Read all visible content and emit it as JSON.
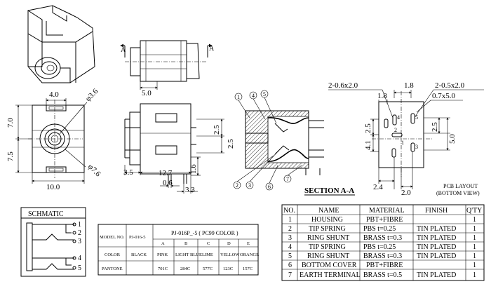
{
  "dimensions": {
    "top_view_width": "5.0",
    "section_mark_a": "A",
    "front_top": "4.0",
    "front_hole": "φ3.6",
    "front_height_upper": "7.0",
    "front_height_lower": "7.5",
    "front_width": "10.0",
    "front_outer": "φ7.6",
    "side_2_5_upper": "2.5",
    "side_2_5_lower": "2.5",
    "side_3_5": "3.5",
    "side_12_7": "12.7",
    "side_0_6": "0.6",
    "side_1_6": "1.6",
    "side_3_3": "3.3",
    "pcb_hole_a": "2-0.6x2.0",
    "pcb_1_8_top": "1.8",
    "pcb_1_8_mid": "1.8",
    "pcb_hole_b": "2-0.5x2.0",
    "pcb_0_7x5": "0.7x5.0",
    "pcb_2_5_left": "2.5",
    "pcb_4_1": "4.1",
    "pcb_2_5_right": "2.5",
    "pcb_5_0": "5.0",
    "pcb_2_4": "2.4",
    "pcb_2_0": "2.0"
  },
  "pcb_pins": [
    "4",
    "5",
    "2",
    "1",
    "3"
  ],
  "section_callouts": [
    "1",
    "4",
    "5",
    "2",
    "3",
    "6",
    "7"
  ],
  "section_title": "SECTION A-A",
  "pcb_title_line1": "PCB LAYOUT",
  "pcb_title_line2": "(BOTTOM VIEW)",
  "schematic": {
    "title": "SCHMATIC",
    "pins": [
      "1",
      "2",
      "3",
      "4",
      "5"
    ]
  },
  "color_table": {
    "header": "PJ-016P_-5 ( PC99 COLOR )",
    "model_label": "MODEL NO.",
    "model_value": "PJ-016-5",
    "color_label": "COLOR",
    "base_color": "BLACK",
    "pantone_label": "PANTONE",
    "variants": [
      {
        "letter": "A",
        "color": "PINK",
        "pantone": "701C"
      },
      {
        "letter": "B",
        "color": "LIGHT BLUE",
        "pantone": "284C"
      },
      {
        "letter": "C",
        "color": "LIME",
        "pantone": "577C"
      },
      {
        "letter": "D",
        "color": "YELLOW",
        "pantone": "123C"
      },
      {
        "letter": "E",
        "color": "ORANGE",
        "pantone": "157C"
      }
    ]
  },
  "bom": {
    "headers": [
      "NO.",
      "NAME",
      "MATERIAL",
      "FINISH",
      "Q'TY"
    ],
    "rows": [
      [
        "1",
        "HOUSING",
        "PBT+FIBRE",
        "",
        "1"
      ],
      [
        "2",
        "TIP SPRING",
        "PBS t=0.25",
        "TIN PLATED",
        "1"
      ],
      [
        "3",
        "RING SHUNT",
        "BRASS t=0.3",
        "TIN PLATED",
        "1"
      ],
      [
        "4",
        "TIP SPRING",
        "PBS t=0.25",
        "TIN PLATED",
        "1"
      ],
      [
        "5",
        "RING SHUNT",
        "BRASS t=0.3",
        "TIN PLATED",
        "1"
      ],
      [
        "6",
        "BOTTOM COVER",
        "PBT+FIBRE",
        "",
        "1"
      ],
      [
        "7",
        "EARTH TERMINAL",
        "BRASS t=0.5",
        "TIN PLATED",
        "1"
      ]
    ]
  }
}
